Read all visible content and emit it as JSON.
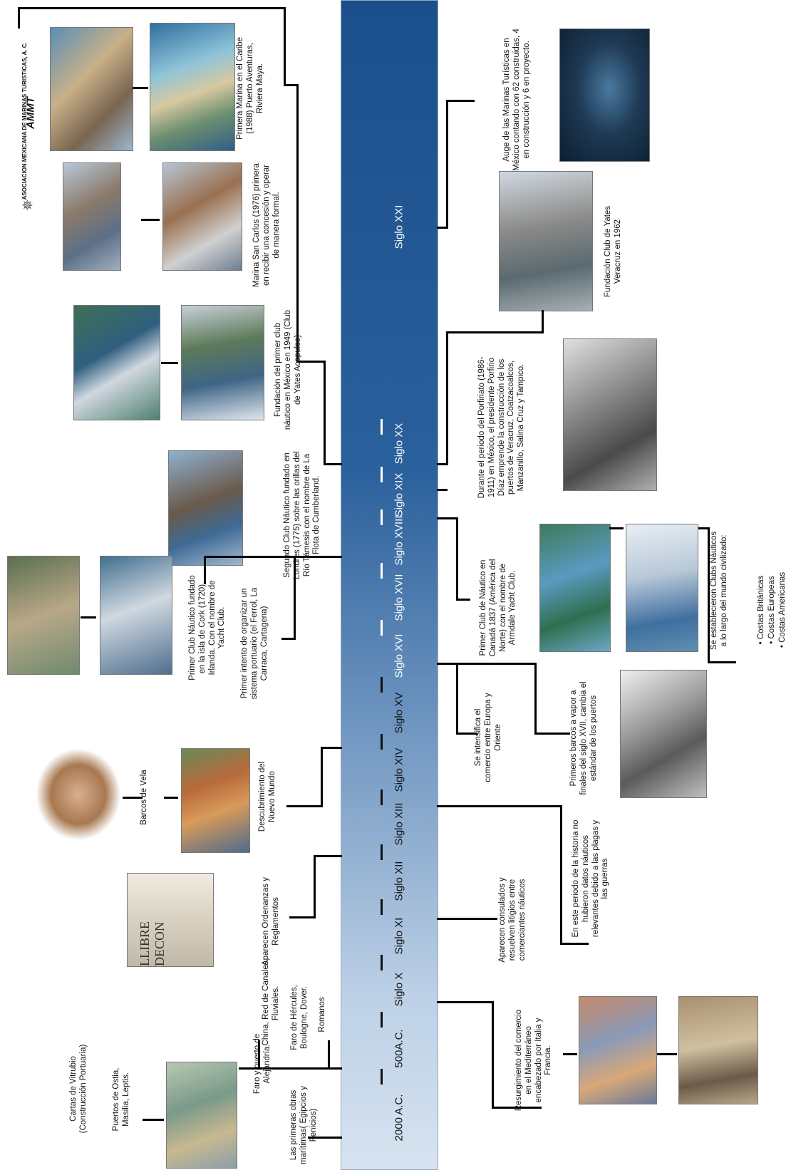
{
  "logo": {
    "name": "AMMT",
    "org": "ASOCIACION MEXICANA DE MARINAS TURISTICAS, A. C."
  },
  "timeline": {
    "eras": [
      "2000 A.C.",
      "500A.C.",
      "Siglo X",
      "Siglo XI",
      "Siglo XII",
      "Siglo XIII",
      "Siglo XIV",
      "Siglo XV",
      "Siglo XVI",
      "Siglo XVII",
      "Siglo XVIII",
      "Siglo XIX",
      "Siglo XX",
      "Siglo XXI"
    ]
  },
  "left": {
    "vitrubio": "Cartas de Vitrubio (Construcción Portuaria)",
    "ostia": "Puertos de Ostia, Masilia, Leptis.",
    "faro_alejandria": "Faro y puerto de Alejandría.",
    "obras_maritimas": "Las primeras obras marítimas( Egipcios y Fenicios)",
    "china": "China, Red de Canales Fluviales.",
    "faro_hercules": "Faro de Hércules, Boulogne, Dover.",
    "romanos": "Romanos",
    "ordenanzas": "Aparecen Ordenanzas y Reglamentos",
    "barcos_vela": "Barcos de Vela",
    "nuevo_mundo": "Descubrimiento del Nuevo Mundo",
    "sistema_portuario": "Primer intento de organizar un sistema portuario (el Ferrol, La Carraca, Cartagena)",
    "cork": "Primer Club Náutico fundado en la isla de Cork (1720), Irlanda. Con el nombre de Yacht Club.",
    "londres": "Segundo Club Náutico fundado en Londres (1775) sobre las orillas del Río Támesis con el nombre de La Flota de Cumberland.",
    "acapulco": "Fundación del primer club náutico en México en 1949 (Club de Yates Acapulco)",
    "san_carlos": "Marina San Carlos (1976) primera en recibir una concesión y operar de manera formal.",
    "caribe": "Primera Marina en el Caribe (1988) Puerto Aventuras, Riviera Maya."
  },
  "right": {
    "resurgimiento": "Resurgimiento del comercio en el Mediterráneo encabezado por Italia y Francia.",
    "consulados": "Aparecen consulados y resuelven litigios entre comerciantes náuticos",
    "plagas": "En este periodo de la historia no hubieron datos náuticos relevantes debido a las plagas y las guerras",
    "oriente": "Se intensifica el comercio entre Europa y Oriente",
    "vapor": "Primeros barcos a vapor a finales del siglo XVII, cambia el estándar de los puertos",
    "canada": "Primer Club de Náutico en Canadá 1837 (América del Norte) con el nombre de Armdale Yacht Club.",
    "clubs_mundo": "Se establecieron Clubs Náuticos a lo largo del mundo civilizado:",
    "clubs_list": [
      "Costas Británicas",
      "Costas Europeas",
      "Costas Americanas"
    ],
    "porfiriato": "Durante el periodo del Porfiriato (1986-1911) en México, el presidente Porfirio Díaz emprende la construcción de los puertos de Veracruz, Coatzacoalcos, Manzanillo, Salina Cruz y Tampico.",
    "veracruz": "Fundación Club de Yates Veracruz en 1962",
    "auge": "Auge de las Marinas Turísticas en México contando con 62 construidas, 4 en construcción y 6 en proyecto."
  }
}
